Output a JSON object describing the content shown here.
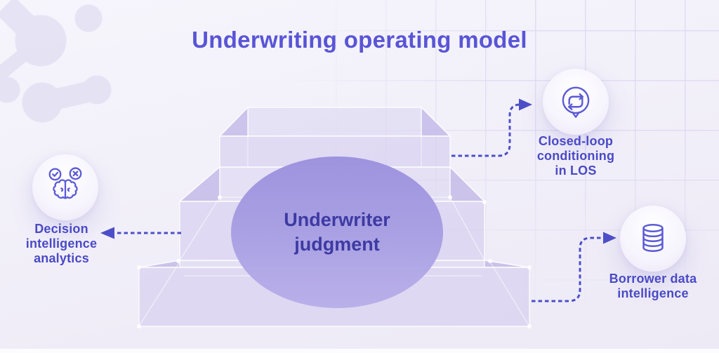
{
  "header": {
    "title": "Underwriting operating model"
  },
  "diagram": {
    "center": {
      "label": "Underwriter\njudgment"
    },
    "satellites": [
      {
        "id": "decision-intelligence-analytics",
        "label": "Decision\nintelligence\nanalytics",
        "icon": "brain-check-x-icon",
        "position": "left"
      },
      {
        "id": "closed-loop-conditioning-in-los",
        "label": "Closed-loop\nconditioning\nin LOS",
        "icon": "sync-loop-bubble-icon",
        "position": "top-right"
      },
      {
        "id": "borrower-data-intelligence",
        "label": "Borrower data\nintelligence",
        "icon": "database-icon",
        "position": "bottom-right"
      }
    ],
    "structure": "three-tier translucent ziggurat platform with ellipse on top",
    "arrows": [
      {
        "from": "platform-left",
        "to": "decision-intelligence-analytics",
        "style": "dashed"
      },
      {
        "from": "platform-top-tier-right",
        "to": "closed-loop-conditioning-in-los",
        "style": "dashed"
      },
      {
        "from": "platform-bottom-tier-right",
        "to": "borrower-data-intelligence",
        "style": "dashed"
      }
    ]
  },
  "colors": {
    "accent": "#5B5BD6",
    "title_text": "#5955D6",
    "satellite_label_text": "#4A4AC6",
    "center_label_text": "#3D3AA2",
    "arrow": "#4D4FC8",
    "ellipse_top": "#998FDD",
    "ellipse_bottom": "#B7AEE9",
    "platform_face": "#DCD6F2",
    "background": "#F1EFF9"
  }
}
